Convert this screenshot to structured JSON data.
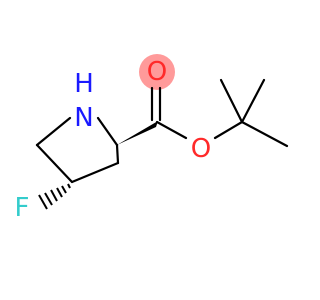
{
  "molecule": {
    "atoms": {
      "nitrogen": {
        "symbol": "N",
        "hydrogen": "H",
        "color": "#1a1aff"
      },
      "carbonyl_oxygen": {
        "symbol": "O",
        "color": "#ff2a2a",
        "highlight": "#ff9a9a"
      },
      "ester_oxygen": {
        "symbol": "O",
        "color": "#ff2a2a"
      },
      "fluorine": {
        "symbol": "F",
        "color": "#33cccc"
      }
    },
    "bond_color": "#000000"
  }
}
